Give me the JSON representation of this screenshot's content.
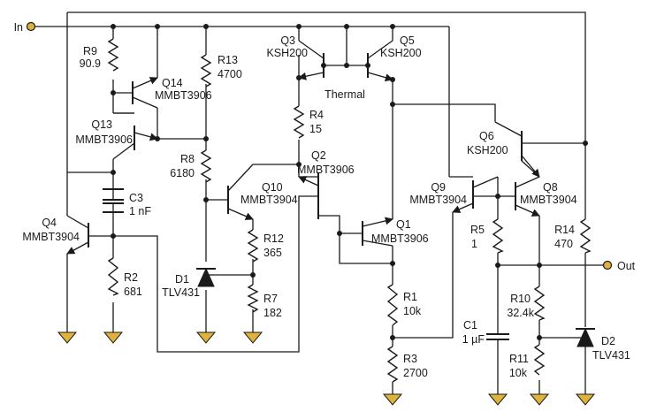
{
  "ports": {
    "in": "In",
    "out": "Out"
  },
  "thermal": "Thermal",
  "parts": {
    "r9": [
      "R9",
      "90.9"
    ],
    "r13": [
      "R13",
      "4700"
    ],
    "r4": [
      "R4",
      "15"
    ],
    "r8": [
      "R8",
      "6180"
    ],
    "r12": [
      "R12",
      "365"
    ],
    "r7": [
      "R7",
      "182"
    ],
    "r2": [
      "R2",
      "681"
    ],
    "r1": [
      "R1",
      "10k"
    ],
    "r3": [
      "R3",
      "2700"
    ],
    "r5": [
      "R5",
      "1"
    ],
    "r14": [
      "R14",
      "470"
    ],
    "r10": [
      "R10",
      "32.4k"
    ],
    "r11": [
      "R11",
      "10k"
    ],
    "c3": [
      "C3",
      "1 nF"
    ],
    "c1": [
      "C1",
      "1 µF"
    ],
    "d1": [
      "D1",
      "TLV431"
    ],
    "d2": [
      "D2",
      "TLV431"
    ],
    "q14": [
      "Q14",
      "MMBT3906"
    ],
    "q13": [
      "Q13",
      "MMBT3906"
    ],
    "q4": [
      "Q4",
      "MMBT3904"
    ],
    "q3": [
      "Q3",
      "KSH200"
    ],
    "q5": [
      "Q5",
      "KSH200"
    ],
    "q2": [
      "Q2",
      "MMBT3906"
    ],
    "q10": [
      "Q10",
      "MMBT3904"
    ],
    "q1": [
      "Q1",
      "MMBT3906"
    ],
    "q6": [
      "Q6",
      "KSH200"
    ],
    "q9": [
      "Q9",
      "MMBT3904"
    ],
    "q8": [
      "Q8",
      "MMBT3904"
    ]
  }
}
